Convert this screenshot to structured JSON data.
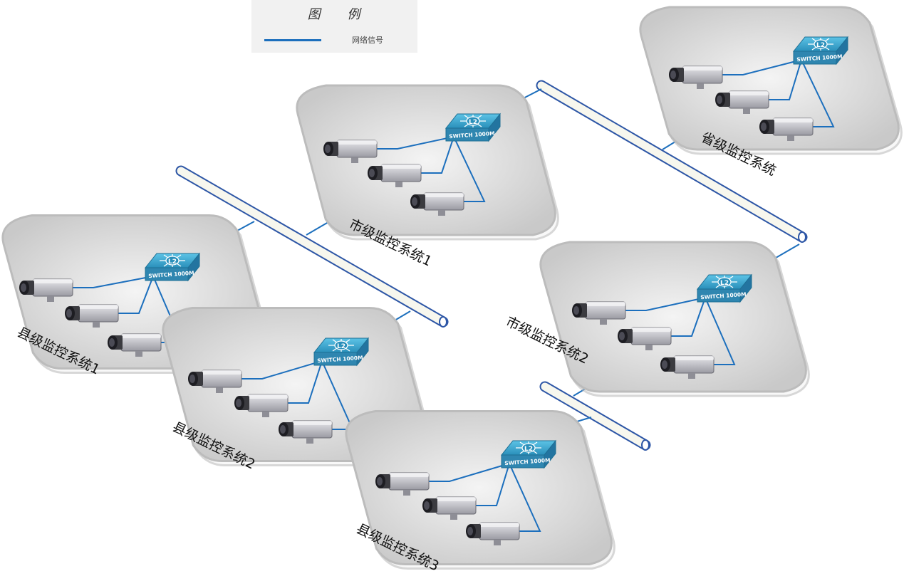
{
  "legend": {
    "title": "图 例",
    "items": [
      {
        "label": "网络信号",
        "color": "#1c6fbd"
      }
    ]
  },
  "colors": {
    "network_line": "#1c6fbd",
    "switch": "#2f9ec8",
    "platform": "#dcdcdc",
    "backbone": "#f7f7ee",
    "backbone_edge": "#2d56a6"
  },
  "switch_labels": {
    "badge": "L2",
    "model": "SWITCH",
    "speed": "1000M"
  },
  "systems": {
    "province": {
      "name": "省级监控系统"
    },
    "city1": {
      "name": "市级监控系统1"
    },
    "city2": {
      "name": "市级监控系统2"
    },
    "county1": {
      "name": "县级监控系统1"
    },
    "county2": {
      "name": "县级监控系统2"
    },
    "county3": {
      "name": "县级监控系统3"
    }
  }
}
